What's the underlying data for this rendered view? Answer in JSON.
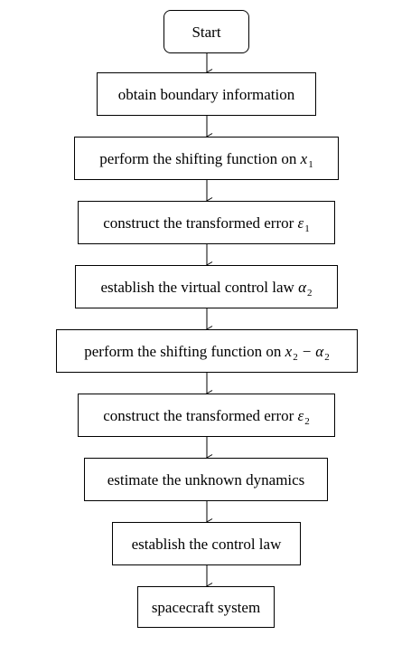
{
  "flowchart": {
    "start": "Start",
    "steps": [
      {
        "text": "obtain boundary information"
      },
      {
        "text": "perform the shifting function on ",
        "var": "x",
        "sub": "1"
      },
      {
        "text": "construct the transformed error ",
        "var": "ε",
        "sub": "1"
      },
      {
        "text": "establish the virtual control law ",
        "var": "α",
        "sub": "2"
      },
      {
        "text": "perform the shifting function on ",
        "var": "x",
        "sub": "2",
        "op": "−",
        "var2": "α",
        "sub2": "2"
      },
      {
        "text": "construct the transformed error ",
        "var": "ε",
        "sub": "2"
      },
      {
        "text": "estimate the unknown dynamics"
      },
      {
        "text": "establish the control law"
      },
      {
        "text": "spacecraft system"
      }
    ]
  }
}
